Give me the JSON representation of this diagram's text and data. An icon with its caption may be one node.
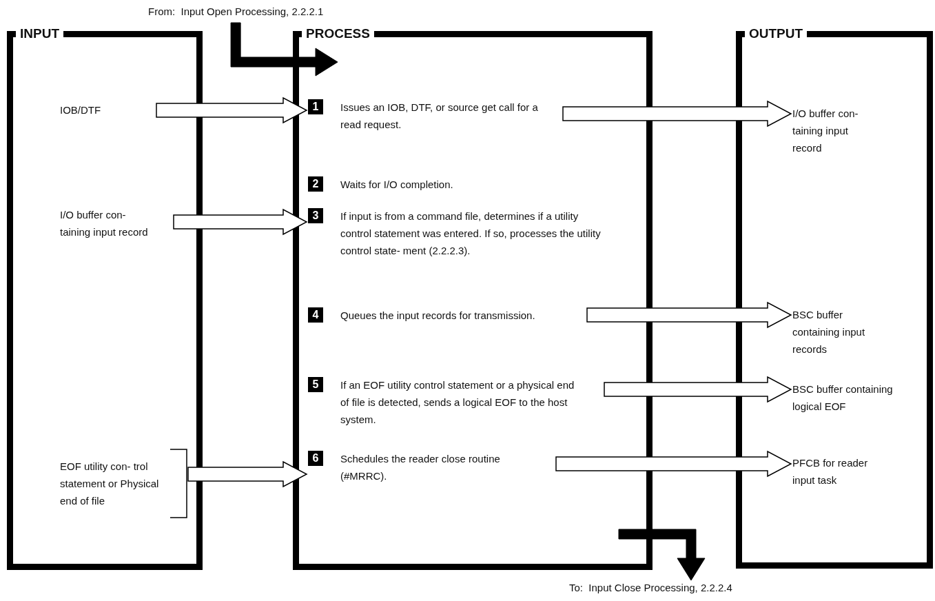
{
  "diagram": {
    "nodes": [
      {
        "text": [
          "INPUT"
        ]
      },
      {
        "text": [
          "PROCESS"
        ]
      },
      {
        "text": [
          "OUTPUT"
        ]
      },
      {
        "text": [
          "IOB/DTF"
        ],
        "in": 0
      },
      {
        "text": [
          "I/O buffer con- taining input record"
        ],
        "in": 0
      },
      {
        "text": [
          "EOF utility con- trol statement or Physical end of file"
        ],
        "in": 0
      },
      {
        "text": [
          "1",
          "Issues an IOB, DTF, or source get call for a read request."
        ],
        "in": 1
      },
      {
        "text": [
          "2",
          "Waits for I/O completion."
        ],
        "in": 1
      },
      {
        "text": [
          "3",
          "If input is from a command file, determines if a utility control statement was entered. If so, processes the utility control state- ment (2.2.2.3)."
        ],
        "in": 1
      },
      {
        "text": [
          "4",
          "Queues the input records for transmission."
        ],
        "in": 1
      },
      {
        "text": [
          "5",
          "If an EOF utility control statement or a physical end of file is detected, sends a logical EOF to the host system."
        ],
        "in": 1
      },
      {
        "text": [
          "6",
          "Schedules the reader close routine (#MRRC)."
        ],
        "in": 1
      },
      {
        "text": [
          "I/O buffer con- taining input record"
        ],
        "in": 2
      },
      {
        "text": [
          "BSC buffer containing input records"
        ],
        "in": 2
      },
      {
        "text": [
          "BSC buffer containing logical EOF"
        ],
        "in": 2
      },
      {
        "text": [
          "PFCB for reader input task"
        ],
        "in": 2
      },
      {
        "text": [
          "From:  Input Open Processing, 2.2.2.1"
        ]
      },
      {
        "text": [
          "To:  Input Close Processing, 2.2.2.4"
        ]
      }
    ],
    "edges": [
      {
        "from": 3,
        "to": 6,
        "arrow": "to"
      },
      {
        "from": 4,
        "to": 8,
        "arrow": "to"
      },
      {
        "from": 5,
        "to": 11,
        "arrow": "to"
      },
      {
        "from": 6,
        "to": 12,
        "arrow": "to"
      },
      {
        "from": 9,
        "to": 13,
        "arrow": "to"
      },
      {
        "from": 10,
        "to": 14,
        "arrow": "to"
      },
      {
        "from": 11,
        "to": 15,
        "arrow": "to"
      },
      {
        "from": 16,
        "to": 1,
        "arrow": "to",
        "style": "thick"
      },
      {
        "from": 1,
        "to": 17,
        "arrow": "to",
        "style": "thick"
      }
    ]
  }
}
